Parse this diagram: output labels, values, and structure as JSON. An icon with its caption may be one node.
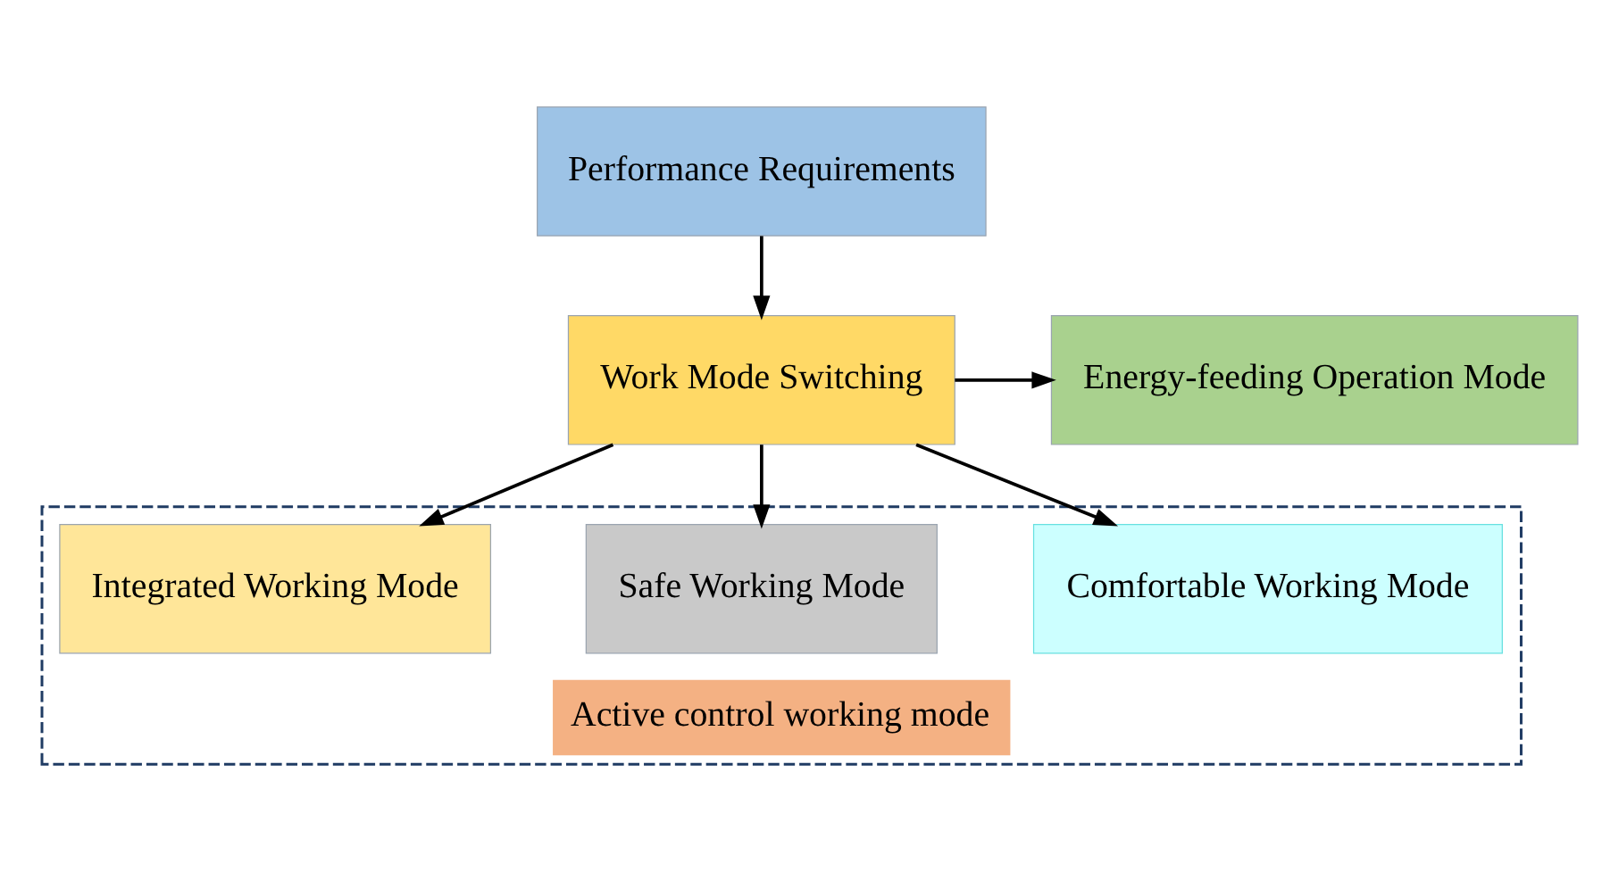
{
  "diagram": {
    "nodes": [
      {
        "text": [
          "Performance Requirements"
        ]
      },
      {
        "text": [
          "Work Mode Switching"
        ]
      },
      {
        "text": [
          "Energy-feeding Operation Mode"
        ]
      },
      {
        "text": [
          "Active control working mode"
        ]
      },
      {
        "text": [
          "Comfortable Working Mode"
        ],
        "in": 3
      },
      {
        "text": [
          "Safe Working Mode"
        ],
        "in": 3
      },
      {
        "text": [
          "Integrated Working Mode"
        ],
        "in": 3
      }
    ],
    "edges": [
      {
        "from": 0,
        "to": 1,
        "arrow": "to"
      },
      {
        "from": 1,
        "to": 2,
        "arrow": "to"
      },
      {
        "from": 1,
        "to": 4,
        "arrow": "to"
      },
      {
        "from": 1,
        "to": 5,
        "arrow": "to"
      },
      {
        "from": 1,
        "to": 6,
        "arrow": "to"
      }
    ]
  }
}
